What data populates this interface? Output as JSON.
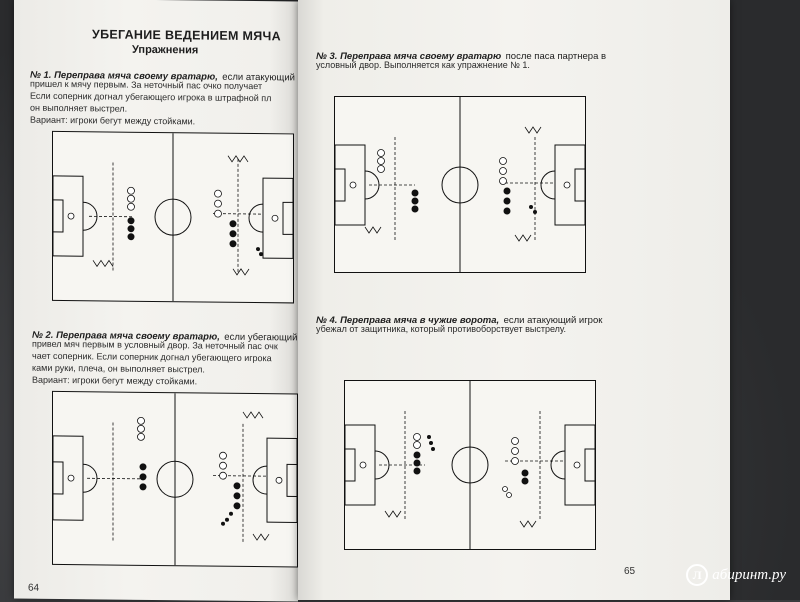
{
  "left_page": {
    "header_title": "УБЕГАНИЕ ВЕДЕНИЕМ МЯЧА",
    "header_subtitle": "Упражнения",
    "ex1_title": "№ 1. Переправа мяча своему вратарю,",
    "ex1_rest": "если атакующий",
    "ex1_lines": [
      "пришел к мячу первым. За неточный пас очко получает",
      "Если соперник догнал убегающего игрока в штрафной пл",
      "он выполняет выстрел.",
      "Вариант: игроки бегут между стойками."
    ],
    "ex2_title": "№ 2. Переправа мяча своему вратарю,",
    "ex2_rest": "если убегающий",
    "ex2_lines": [
      "привел мяч первым в условный двор. За неточный пас очк",
      "чает соперник. Если соперник догнал убегающего игрока",
      "ками руки, плеча, он выполняет выстрел.",
      "Вариант: игроки бегут между стойками."
    ],
    "page_number": "64"
  },
  "right_page": {
    "ex3_title": "№ 3. Переправа мяча своему вратарю",
    "ex3_rest": "после паса партнера в",
    "ex3_lines": [
      "условный двор. Выполняется как упражнение № 1."
    ],
    "ex4_title": "№ 4. Переправа мяча в чужие ворота,",
    "ex4_rest": "если атакующий игрок",
    "ex4_lines": [
      "убежал от защитника, который противоборствует выстрелу."
    ],
    "page_number": "65"
  },
  "watermark": {
    "mark": "Л",
    "text": "абиринт.ру"
  }
}
